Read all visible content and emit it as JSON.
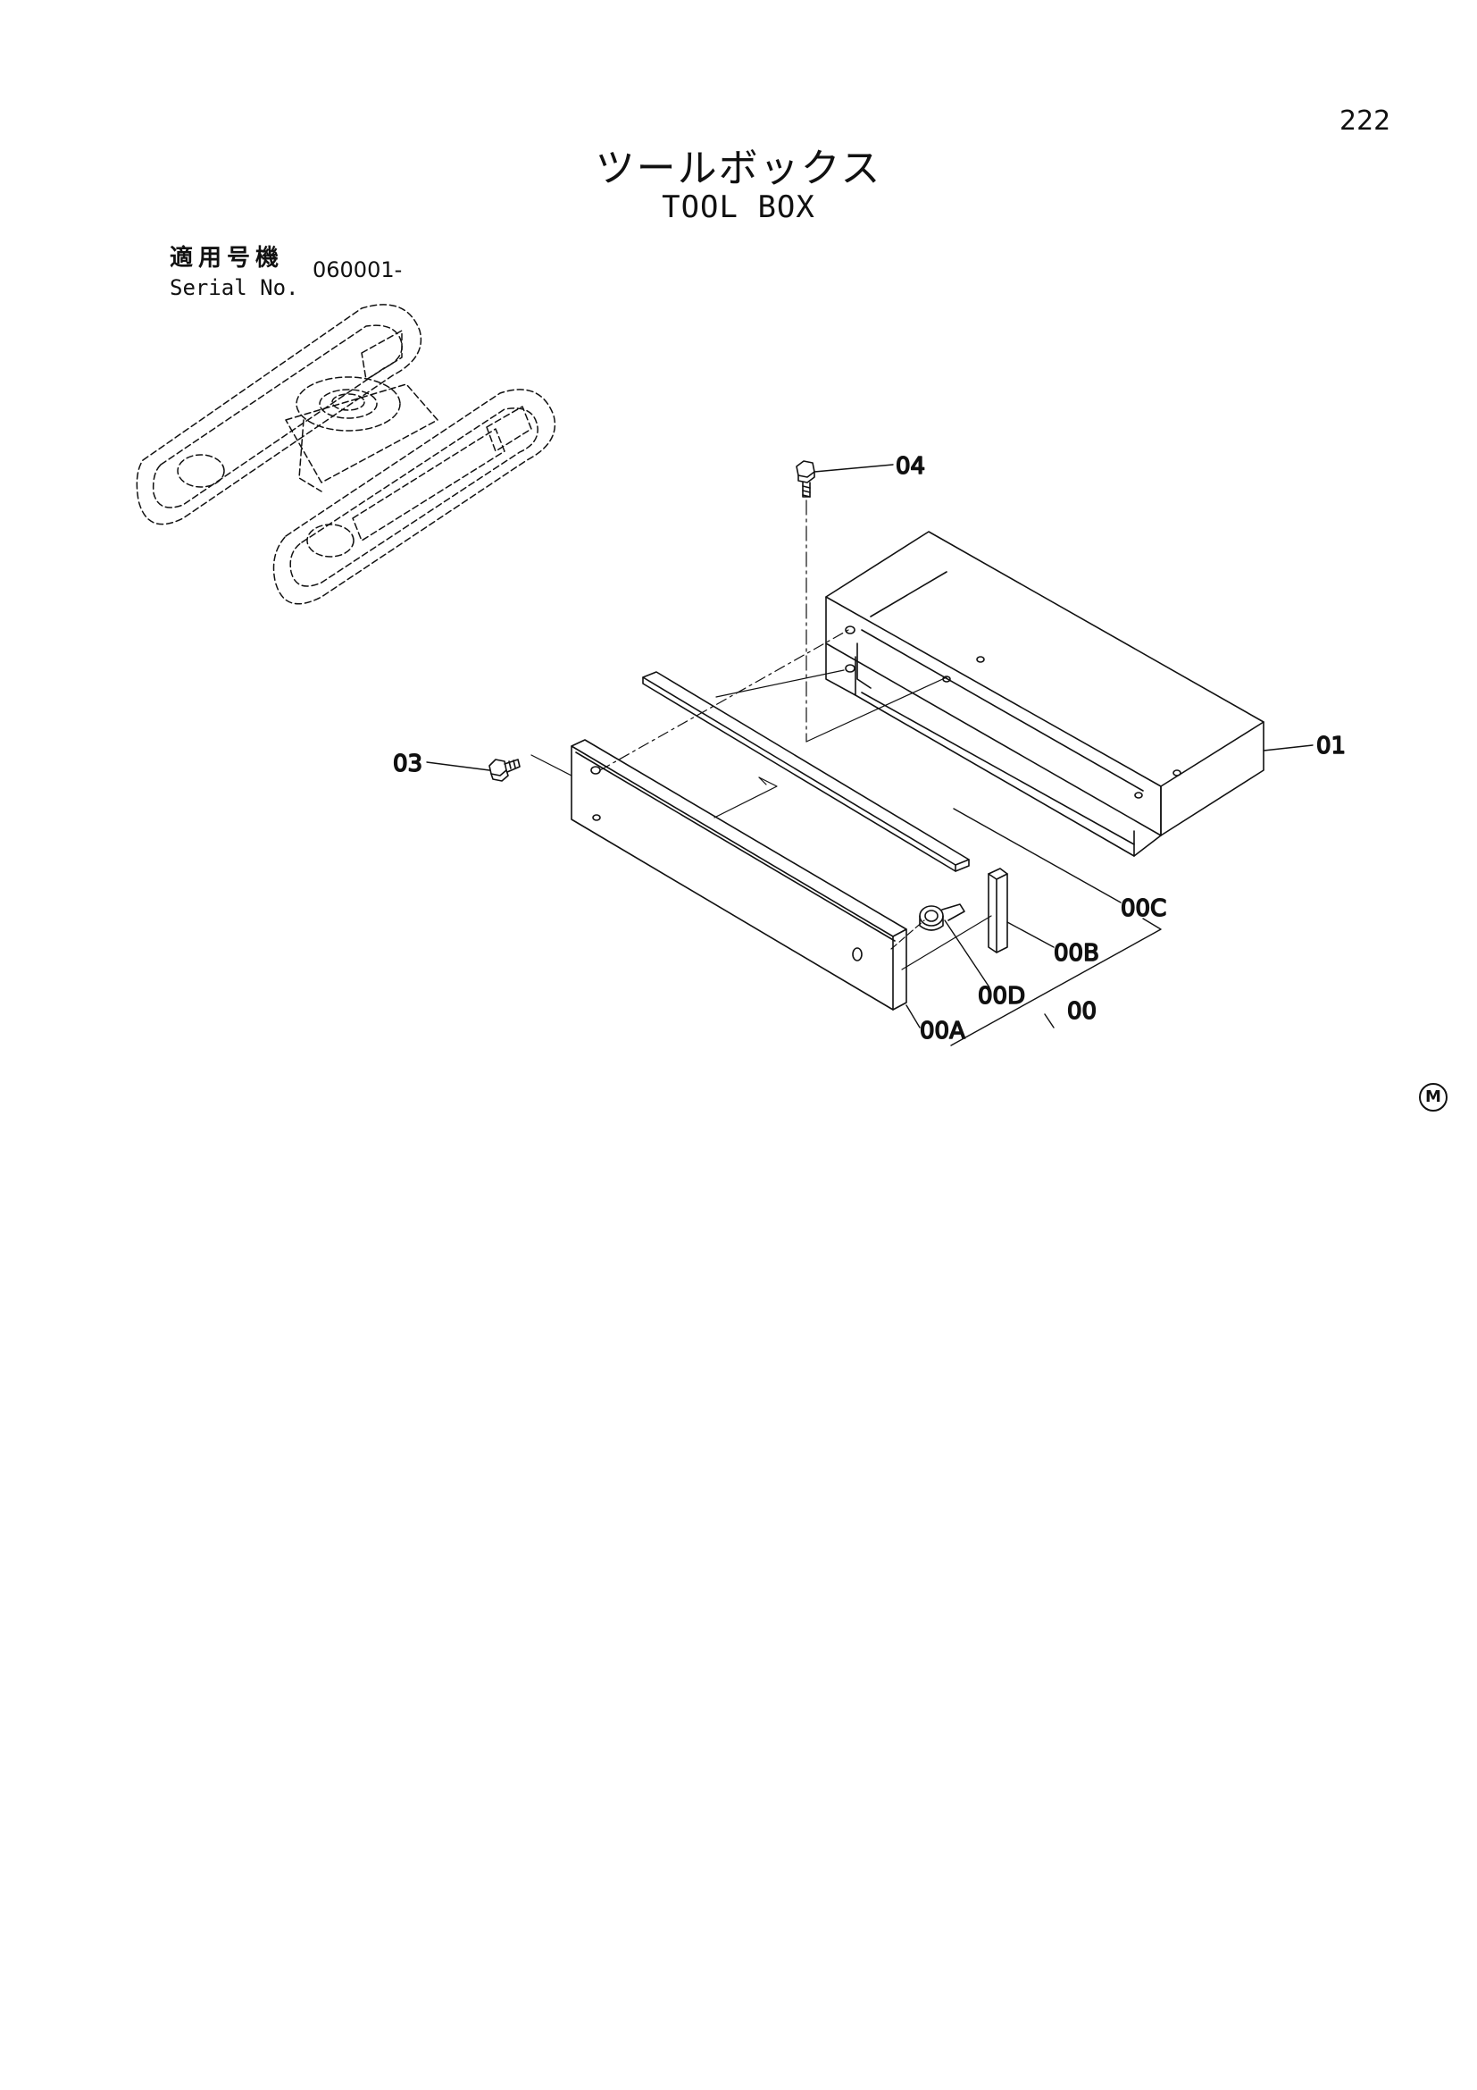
{
  "page_number": "222",
  "title_jp": "ツールボックス",
  "title_en": "TOOL BOX",
  "serial": {
    "label_jp": "適用号機",
    "label_en": "Serial No.",
    "value": "060001-"
  },
  "callouts": {
    "c04": "04",
    "c01": "01",
    "c03": "03",
    "c00C": "00C",
    "c00B": "00B",
    "c00D": "00D",
    "c00": "00",
    "c00A": "00A"
  },
  "marks": {
    "m": "M"
  }
}
